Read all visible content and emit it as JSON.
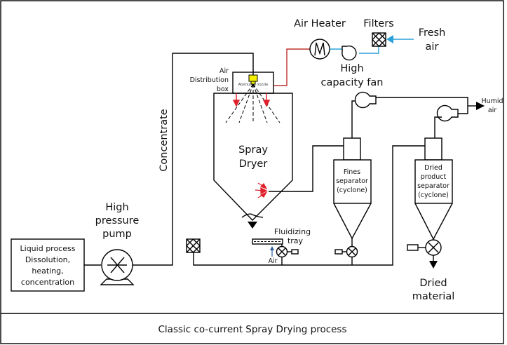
{
  "caption": "Classic co-current Spray Drying process",
  "labels": {
    "air_heater": "Air Heater",
    "filters": "Filters",
    "fresh_air": [
      "Fresh",
      "air"
    ],
    "high_capacity_fan": [
      "High",
      "capacity fan"
    ],
    "air_distribution_box": [
      "Air",
      "Distribution",
      "box"
    ],
    "atomizing_nozzle": "Atomizing nozzle",
    "concentrate": "Concentrate",
    "spray_dryer": [
      "Spray",
      "Dryer"
    ],
    "high_pressure_pump": [
      "High",
      "pressure",
      "pump"
    ],
    "liquid_process": [
      "Liquid process",
      "Dissolution,",
      "heating,",
      "concentration"
    ],
    "fluidizing_tray": [
      "Fluidizing",
      "tray"
    ],
    "air": "Air",
    "fines_separator": [
      "Fines",
      "separator",
      "(cyclone)"
    ],
    "dried_product_separator": [
      "Dried",
      "product",
      "separator",
      "(cyclone)"
    ],
    "humid_air": [
      "Humid",
      "air"
    ],
    "dried_material": [
      "Dried",
      "material"
    ]
  },
  "colors": {
    "hot_air_line": "#c0302a",
    "fresh_air_line": "#2aa0d8",
    "nozzle": "#f5f000",
    "air_arrow": "#e0202a"
  }
}
